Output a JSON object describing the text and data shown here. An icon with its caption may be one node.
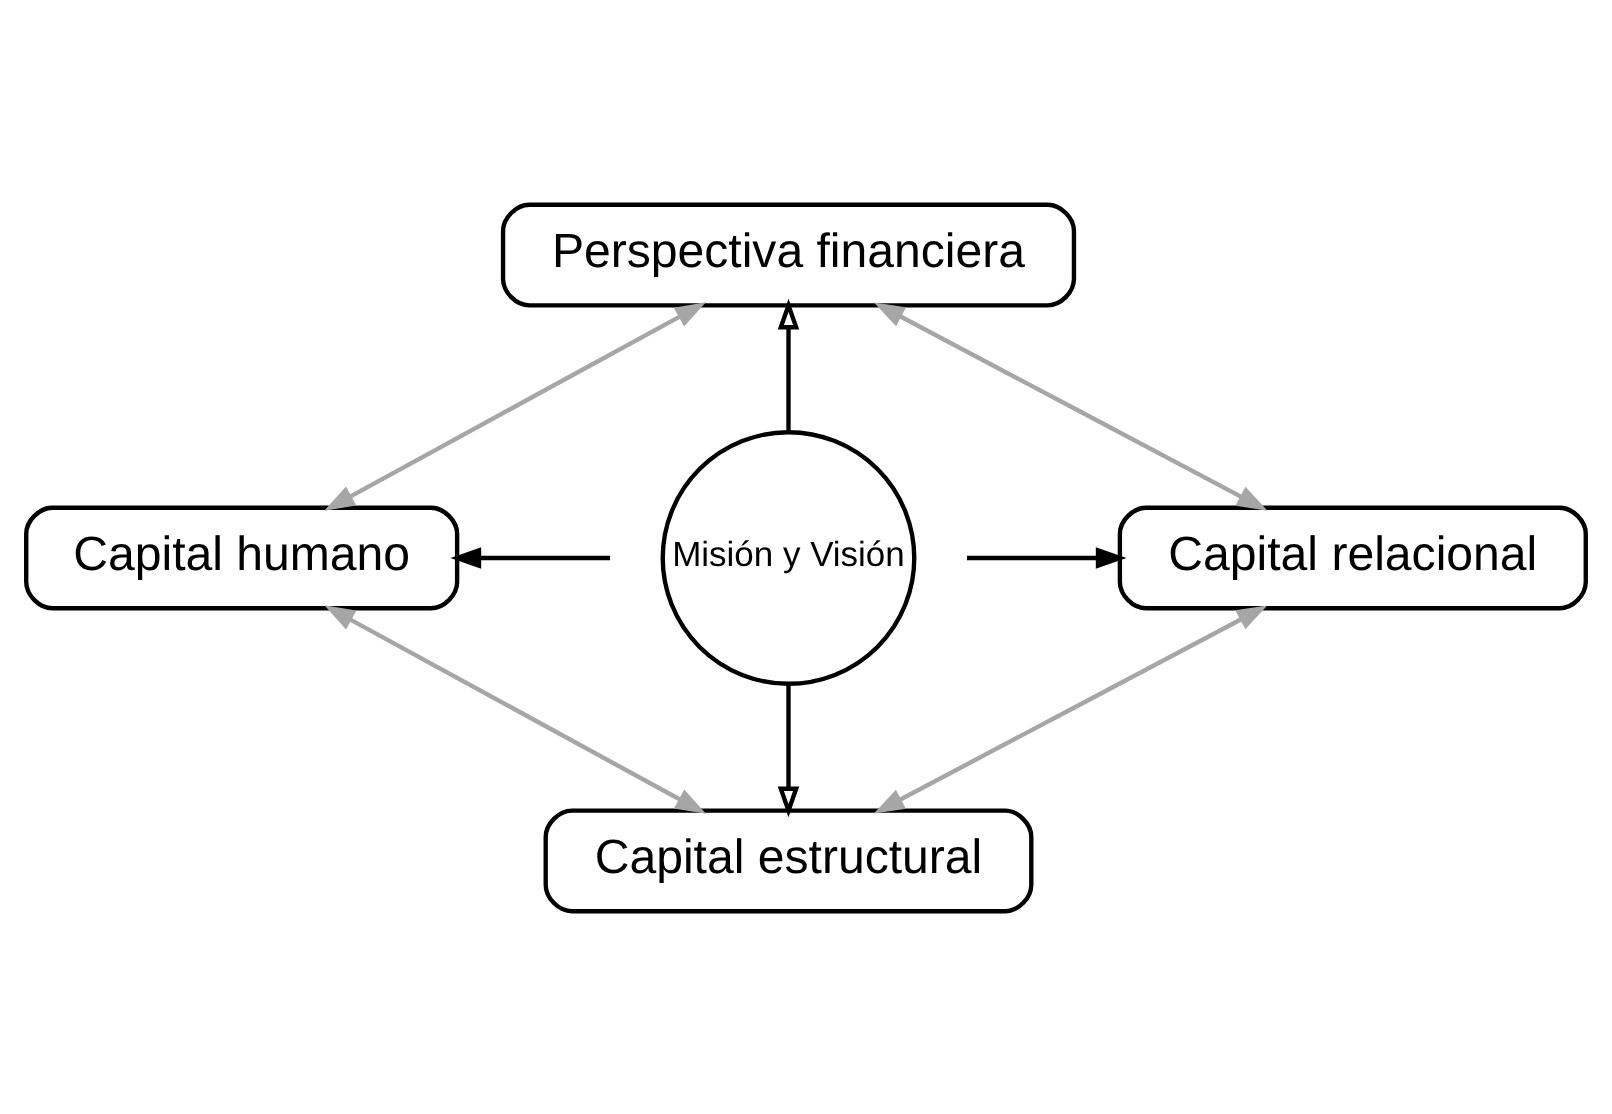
{
  "diagram": {
    "nodes": [
      {
        "text": [
          "Perspectiva financiera"
        ]
      },
      {
        "text": [
          "Capital humano"
        ]
      },
      {
        "text": [
          "Misión y Visión"
        ]
      },
      {
        "text": [
          "Capital relacional"
        ]
      },
      {
        "text": [
          "Capital estructural"
        ]
      }
    ],
    "edges": [
      {
        "from": 2,
        "to": 0,
        "arrow": "to"
      },
      {
        "from": 2,
        "to": 1,
        "arrow": "to"
      },
      {
        "from": 2,
        "to": 3,
        "arrow": "to"
      },
      {
        "from": 2,
        "to": 4,
        "arrow": "to"
      },
      {
        "from": 0,
        "to": 1,
        "arrow": "both",
        "color": "#a6a6a6"
      },
      {
        "from": 0,
        "to": 3,
        "arrow": "both",
        "color": "#a6a6a6"
      },
      {
        "from": 1,
        "to": 4,
        "arrow": "both",
        "color": "#a6a6a6"
      },
      {
        "from": 3,
        "to": 4,
        "arrow": "both",
        "color": "#a6a6a6"
      }
    ]
  }
}
